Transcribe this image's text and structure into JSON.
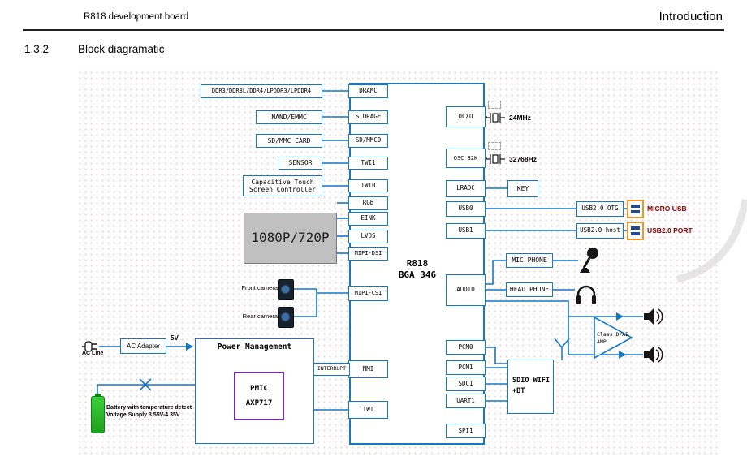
{
  "header": {
    "left": "R818 development board",
    "right": "Introduction"
  },
  "section": {
    "number": "1.3.2",
    "title": "Block diagramatic"
  },
  "chip": {
    "name_line1": "R818",
    "name_line2": "BGA 346",
    "left_pins": [
      "DRAMC",
      "STORAGE",
      "SD/MMC0",
      "TWI1",
      "TWI0",
      "RGB",
      "EINK",
      "LVDS",
      "MIPI-DSI",
      "MIPI-CSI",
      "NMI",
      "TWI"
    ],
    "right_pins": [
      "DCXO",
      "OSC 32K",
      "LRADC",
      "USB0",
      "USB1",
      "AUDIO",
      "PCM0",
      "PCM1",
      "SDC1",
      "UART1",
      "SPI1"
    ]
  },
  "left_blocks": {
    "ddr": "DDR3/DDR3L/DDR4/LPDDR3/LPDDR4",
    "nand": "NAND/EMMC",
    "sd_card": "SD/MMC CARD",
    "sensor": "SENSOR",
    "touch_line1": "Capacitive Touch",
    "touch_line2": "Screen Controller",
    "display": "1080P/720P",
    "front_camera": "Front camera",
    "rear_camera": "Rear camera"
  },
  "power": {
    "ac_line": "AC Line",
    "ac_adapter": "AC Adapter",
    "five_v": "5V",
    "pm_title": "Power Management",
    "pmic_line1": "PMIC",
    "pmic_line2": "AXP717",
    "interrupt": "INTERRUPT",
    "battery_line1": "Battery with temperature detect",
    "battery_line2": "Voltage Supply 3.55V-4.35V"
  },
  "right_blocks": {
    "xtal_24mhz": "24MHz",
    "xtal_32768hz": "32768Hz",
    "key": "KEY",
    "usb_otg": "USB2.0 OTG",
    "micro_usb": "MICRO USB",
    "usb_host": "USB2.0 host",
    "usb_port": "USB2.0 PORT",
    "mic_phone": "MIC PHONE",
    "head_phone": "HEAD PHONE",
    "amp_line1": "Class D/AB",
    "amp_line2": "AMP",
    "wifi_line1": "SDIO WIFI",
    "wifi_line2": "+BT"
  },
  "colors": {
    "wire_blue": "#1577c8",
    "usb_label_maroon": "#8b0000",
    "connector_orange": "#e8982e",
    "pmic_purple": "#7030a0",
    "display_gray": "#c0c0c0",
    "battery_green": "#2eb82e"
  },
  "icons": [
    "ac-plug-icon",
    "battery-icon",
    "front-camera-icon",
    "rear-camera-icon",
    "crystal-icon",
    "mic-icon",
    "headphone-icon",
    "speaker-icon",
    "micro-usb-connector-icon",
    "usb-port-connector-icon",
    "antenna-icon",
    "amp-triangle",
    "battery-disconnect-x-icon"
  ]
}
